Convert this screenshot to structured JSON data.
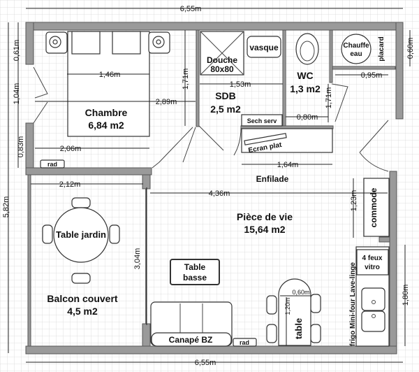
{
  "rooms": {
    "chambre": {
      "name": "Chambre",
      "area": "6,84 m2"
    },
    "sdb": {
      "name": "SDB",
      "area": "2,5 m2"
    },
    "wc": {
      "name": "WC",
      "area": "1,3 m2"
    },
    "piece": {
      "name": "Pièce de vie",
      "area": "15,64 m2"
    },
    "balcon": {
      "name": "Balcon couvert",
      "area": "4,5 m2"
    },
    "enfilade": {
      "name": "Enfilade"
    }
  },
  "furniture": {
    "douche": "Douche",
    "douche_size": "80x80",
    "vasque": "vasque",
    "chauffe1": "Chauffe",
    "chauffe2": "eau",
    "placard": "placard",
    "sech": "Sech serv",
    "ecran": "Ecran plat",
    "table_jardin": "Table jardin",
    "table_basse1": "Table",
    "table_basse2": "basse",
    "canape": "Canapé BZ",
    "rad": "rad",
    "table": "table",
    "commode": "commode",
    "feux1": "4 feux",
    "feux2": "vitro",
    "kitchen_strip": "frigo  Mini-four  Lave-linge"
  },
  "dimensions": {
    "top_total": "6,55m",
    "bottom_total": "6,55m",
    "left_total": "5,82m",
    "left_061": "0,61m",
    "left_104": "1,04m",
    "left_083": "0,83m",
    "bed_width": "1,46m",
    "chambre_width": "2,89m",
    "chambre_206": "2,06m",
    "chambre_171": "1,71m",
    "sdb_153": "1,53m",
    "wc_171": "1,71m",
    "wc_080": "0,80m",
    "right_095": "0,95m",
    "right_060": "0,60m",
    "enfilade_164": "1,64m",
    "balcon_212": "2,12m",
    "balcon_304": "3,04m",
    "piece_436": "4,36m",
    "commode_123": "1,23m",
    "kitchen_180": "1,80m",
    "table_060": "0,60m",
    "table_120": "1,20m"
  }
}
